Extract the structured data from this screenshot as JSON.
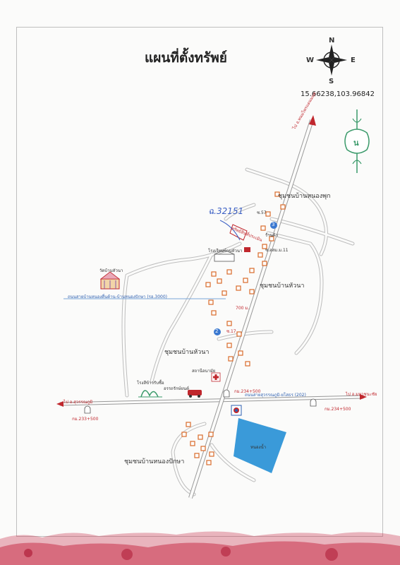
{
  "title": "แผนที่ตั้งทรัพย์",
  "coordinates": "15.66238,103.96842",
  "compass": {
    "n": "N",
    "s": "S",
    "e": "E",
    "w": "W"
  },
  "emblem_letter": "น",
  "plot_number": "ฉ.32151",
  "villages": {
    "nong_phuk": "ชุมชนบ้านหนองพุก",
    "hua_na_1": "ชุมชนบ้านหัวนา",
    "hua_na_2": "ชุมชนบ้านหัวนา",
    "nong_paktha": "ชุมชนบ้านหนองปักษา"
  },
  "roads": {
    "main_road_north": "ไป อ.พนมไพรแดนมฤค",
    "local_road": "ถนนสายบ้านหนองตื่นด้าน-บ้านหนองปักษา (รอ.3000)",
    "highway_202": "ถนนสายสุวรรณภูมิ-ยโสธร (202)",
    "to_suwannaphum": "ไป อ.สุวรรณภูมิ",
    "to_mahachanachai": "ไป อ.มหาชนะชัย",
    "km_west": "กม.233+500",
    "km_east": "กม.234+500",
    "km_center": "กม.234+500"
  },
  "places": {
    "temple": "วัดบ้านหัวนา",
    "school": "โรงเรียนบ้านหัวนา",
    "health_station": "สถานีอนามัย",
    "rice_mill": "โรงสีข้าวรับซื้อ",
    "garage": "อรรถรักษ์ยนต์",
    "pond": "หนองน้ำ",
    "subject_property": "ทรัพย์สินที่ประเมิน",
    "sala": "ร้านค้า",
    "side_road_57": "ซ.57",
    "side_road_11": "ซ.อสม.ม.11",
    "side_road_17": "ซ.17",
    "distance": "700 ม."
  },
  "markers": {
    "a": "3",
    "b": "2"
  },
  "colors": {
    "road": "#b8b8b8",
    "road_fill": "#ffffff",
    "house": "#d96a2a",
    "pond": "#3a9ad9",
    "red_text": "#c0272d",
    "blue_text": "#2d5fb0",
    "emblem": "#3a9a6a",
    "stain": "#c8324a"
  }
}
